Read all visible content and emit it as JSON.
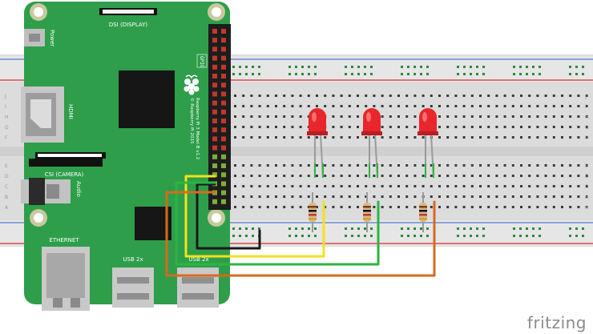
{
  "board": {
    "label_power": "Power",
    "label_dsi": "DSI (DISPLAY)",
    "label_hdmi": "HDMI",
    "label_csi": "CSI (CAMERA)",
    "label_audio": "Audio",
    "label_ethernet": "ETHERNET",
    "label_usb1": "USB 2x",
    "label_usb2": "USB 2x",
    "label_gpio": "GPIO",
    "label_model": "Raspberry Pi 3 Model B v1.2",
    "label_copyright": "© Raspberry Pi 2015"
  },
  "breadboard": {
    "row_letters_top": [
      "J",
      "I",
      "H",
      "G",
      "F"
    ],
    "row_letters_bottom": [
      "E",
      "D",
      "C",
      "B",
      "A"
    ]
  },
  "leds": [
    {
      "color": "#e8262b"
    },
    {
      "color": "#e8262b"
    },
    {
      "color": "#e8262b"
    }
  ],
  "wires": {
    "black": "#1a1a1a",
    "yellow": "#f2e21a",
    "green": "#2bb543",
    "orange": "#d8691d"
  },
  "watermark": "fritzing"
}
